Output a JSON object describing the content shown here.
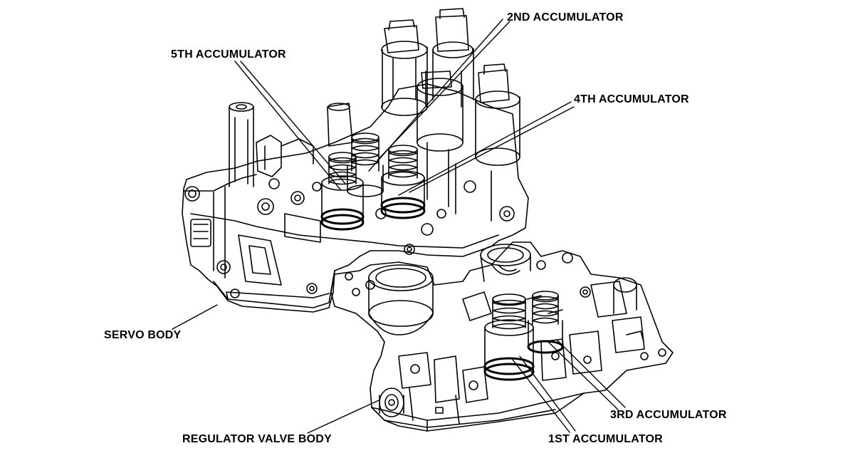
{
  "labels": {
    "accumulator_2nd": "2ND ACCUMULATOR",
    "accumulator_5th": "5TH ACCUMULATOR",
    "accumulator_4th": "4TH ACCUMULATOR",
    "servo_body": "SERVO BODY",
    "accumulator_3rd": "3RD ACCUMULATOR",
    "regulator_valve_body": "REGULATOR VALVE BODY",
    "accumulator_1st": "1ST ACCUMULATOR"
  },
  "colors": {
    "line": "#000000",
    "background": "#ffffff"
  }
}
